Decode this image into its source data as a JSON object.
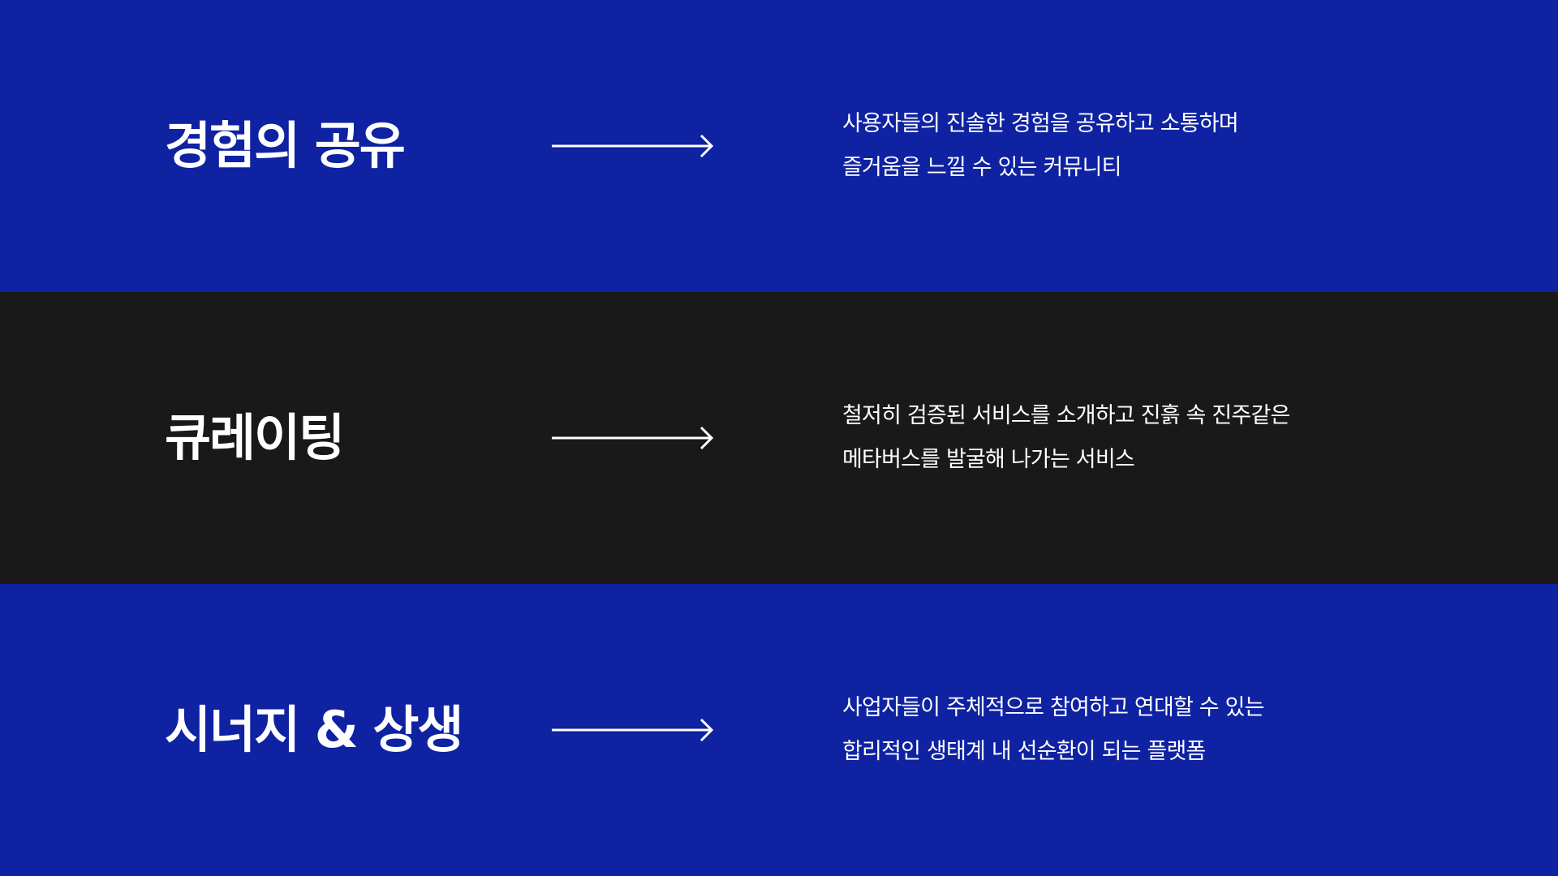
{
  "colors": {
    "blue": "#0E22A2",
    "dark": "#191919",
    "text": "#FFFFFF"
  },
  "sections": [
    {
      "title": "경험의 공유",
      "arrow_icon": "right-arrow-icon",
      "lines": [
        "사용자들의 진솔한 경험을 공유하고 소통하며",
        "즐거움을 느낄 수 있는 커뮤니티"
      ]
    },
    {
      "title": "큐레이팅",
      "arrow_icon": "right-arrow-icon",
      "lines": [
        "철저히 검증된 서비스를 소개하고 진흙 속 진주같은",
        "메타버스를 발굴해 나가는 서비스"
      ]
    },
    {
      "title": "시너지 & 상생",
      "arrow_icon": "right-arrow-icon",
      "lines": [
        "사업자들이 주체적으로 참여하고 연대할 수 있는",
        "합리적인 생태계 내 선순환이 되는 플랫폼"
      ]
    }
  ]
}
